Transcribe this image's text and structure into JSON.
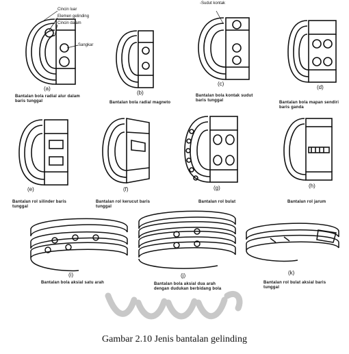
{
  "figures": [
    {
      "letter": "(a)",
      "caption": "Bantalan bola radial alur dalam baris tunggal"
    },
    {
      "letter": "(b)",
      "caption": "Bantalan bola radial magneto"
    },
    {
      "letter": "(c)",
      "caption": "Bantalan bola kontak sudut baris tunggal"
    },
    {
      "letter": "(d)",
      "caption": "Bantalan bola mapan sendiri baris ganda"
    },
    {
      "letter": "(e)",
      "caption": "Bantalan rol silinder baris tunggal"
    },
    {
      "letter": "(f)",
      "caption": "Bantalan rol kerucut baris tunggal"
    },
    {
      "letter": "(g)",
      "caption": "Bantalan rol bulat"
    },
    {
      "letter": "(h)",
      "caption": "Bantalan rol jarum"
    },
    {
      "letter": "(i)",
      "caption": "Bantalan bola aksial satu arah"
    },
    {
      "letter": "(j)",
      "caption": "Bantalan bola aksial dua arah dengan dudukan berbidang bola"
    },
    {
      "letter": "(k)",
      "caption": "Bantalan rol bulat aksial baris tunggal"
    }
  ],
  "callouts": {
    "outer_ring": "Cincin luar",
    "rolling_element": "Elemen gelinding",
    "inner_ring": "Cincin dalam",
    "cage": "Sangkar",
    "contact_angle": "Sudut kontak"
  },
  "main_caption": "Gambar 2.10 Jenis bantalan gelinding",
  "colors": {
    "ink": "#111111",
    "watermark": "#c8c8c8"
  }
}
